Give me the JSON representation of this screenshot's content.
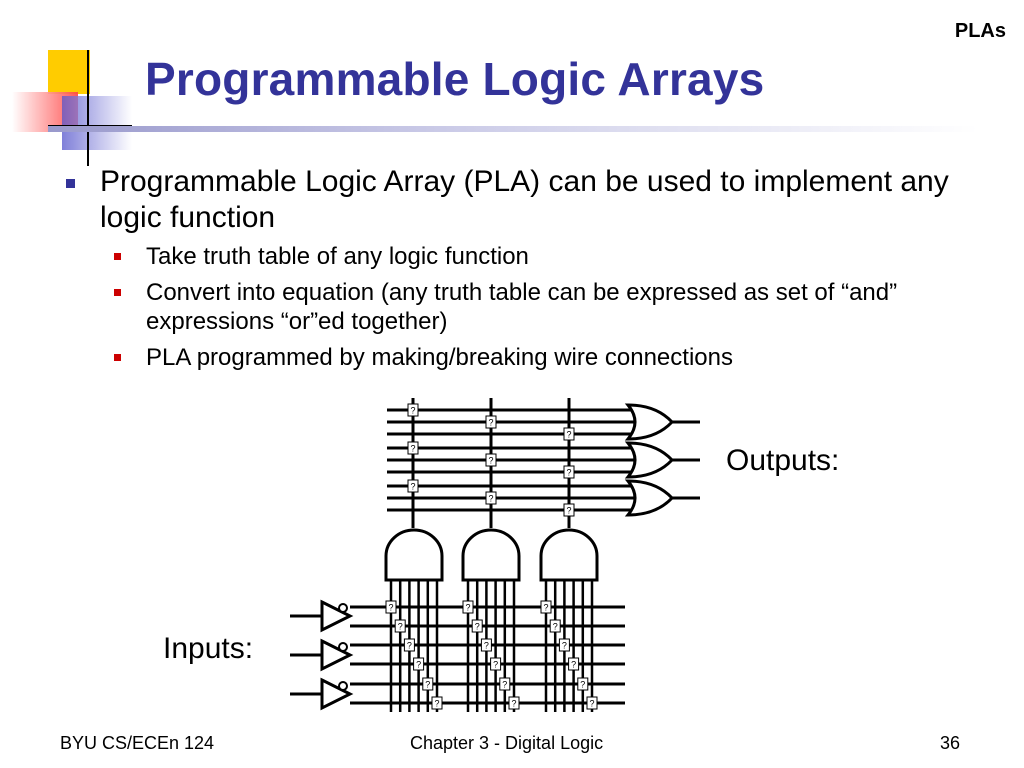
{
  "slide": {
    "section_tag": "PLAs",
    "title": "Programmable Logic Arrays",
    "bullets": [
      {
        "text": "Programmable Logic Array (PLA) can be used to implement any logic function",
        "sub": [
          {
            "text": "Take truth table of any logic function"
          },
          {
            "text": "Convert into equation (any truth table can be expressed as set of “and” expressions “or”ed together)"
          },
          {
            "text": "PLA programmed by making/breaking wire connections"
          }
        ]
      }
    ],
    "outputs_label": "Outputs:",
    "inputs_label": "Inputs:",
    "connection_mark": "?",
    "footer": {
      "left": "BYU CS/ECEn 124",
      "center": "Chapter 3 - Digital Logic",
      "page": "36"
    }
  },
  "colors": {
    "title": "#333399",
    "main_bullet": "#333399",
    "sub_bullet": "#cc0000",
    "deco_yellow": "#ffcc00",
    "deco_red": "#ff5555",
    "deco_blue": "#6666cc"
  }
}
